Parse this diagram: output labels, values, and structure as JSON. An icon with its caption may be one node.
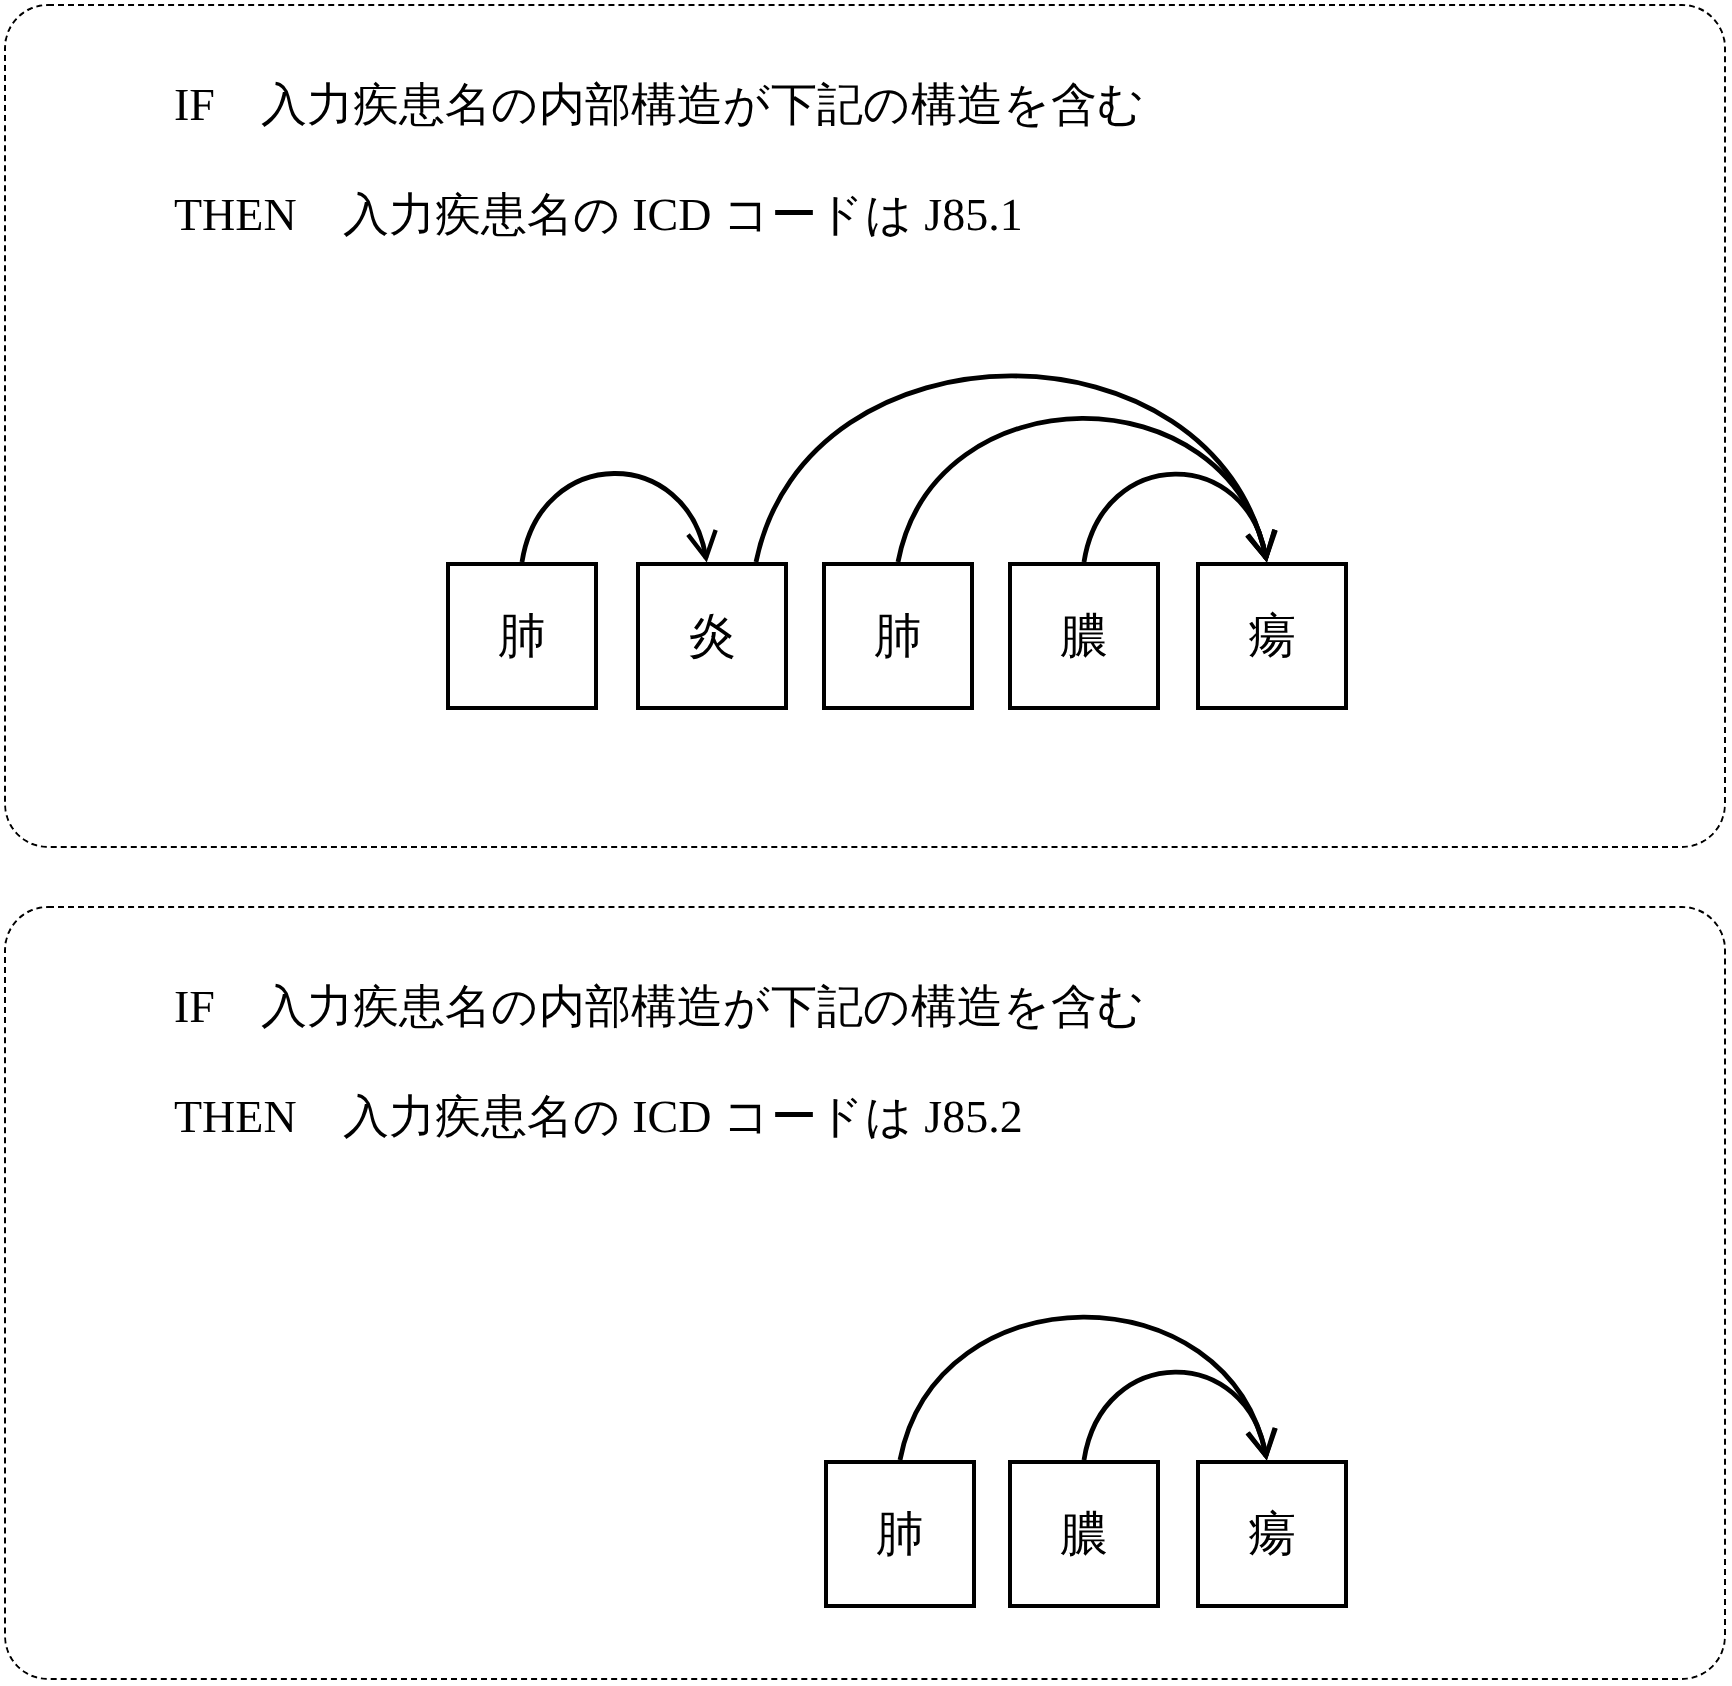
{
  "diagram": {
    "nodes": [
      {
        "text": [
          "IF　入力疾患名の内部構造が下記の構造を含む",
          "THEN　入力疾患名の ICD コードは J85.1"
        ]
      },
      {
        "text": [
          "肺"
        ],
        "in": 0
      },
      {
        "text": [
          "炎"
        ],
        "in": 0
      },
      {
        "text": [
          "肺"
        ],
        "in": 0
      },
      {
        "text": [
          "膿"
        ],
        "in": 0
      },
      {
        "text": [
          "瘍"
        ],
        "in": 0
      },
      {
        "text": [
          "IF　入力疾患名の内部構造が下記の構造を含む",
          "THEN　入力疾患名の ICD コードは J85.2"
        ]
      },
      {
        "text": [
          "肺"
        ],
        "in": 6
      },
      {
        "text": [
          "膿"
        ],
        "in": 6
      },
      {
        "text": [
          "瘍"
        ],
        "in": 6
      }
    ],
    "edges": [
      {
        "from": 1,
        "to": 2,
        "arrow": "to"
      },
      {
        "from": 2,
        "to": 5,
        "arrow": "to"
      },
      {
        "from": 3,
        "to": 5,
        "arrow": "to"
      },
      {
        "from": 4,
        "to": 5,
        "arrow": "to"
      },
      {
        "from": 7,
        "to": 9,
        "arrow": "to"
      },
      {
        "from": 8,
        "to": 9,
        "arrow": "to"
      }
    ]
  }
}
